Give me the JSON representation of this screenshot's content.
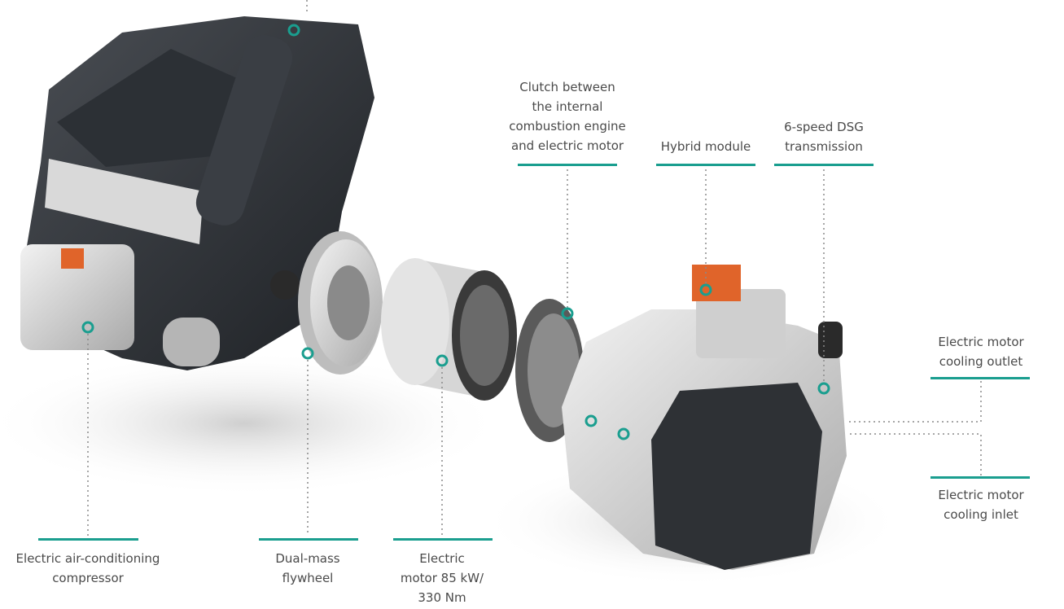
{
  "accent_color": "#1a9e8f",
  "labels": {
    "clutch": "Clutch between\nthe internal\ncombustion engine\nand electric motor",
    "hybrid_module": "Hybrid module",
    "dsg": "6-speed DSG\ntransmission",
    "cooling_outlet": "Electric motor\ncooling outlet",
    "cooling_inlet": "Electric motor\ncooling inlet",
    "ac_compressor": "Electric air-conditioning\ncompressor",
    "flywheel": "Dual-mass\nflywheel",
    "electric_motor": "Electric\nmotor 85 kW/\n330 Nm"
  }
}
